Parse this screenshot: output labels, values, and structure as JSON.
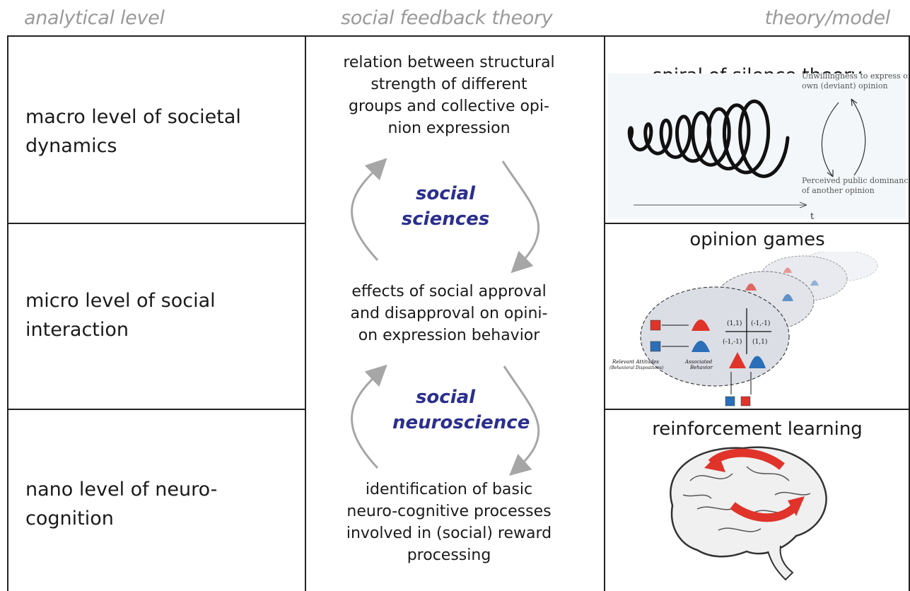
{
  "headers": {
    "left": "analytical level",
    "middle": "social feedback theory",
    "right": "theory/model"
  },
  "levels": [
    {
      "line1": "macro level of societal",
      "line2": "dynamics"
    },
    {
      "line1": "micro level of social",
      "line2": "interaction"
    },
    {
      "line1": "nano level of neuro-",
      "line2": "cognition"
    }
  ],
  "center": {
    "top": [
      "relation between structural",
      "strength of different",
      "groups and collective opi-",
      "nion expression"
    ],
    "middle": [
      "effects of social approval",
      "and disapproval on opini-",
      "on expression behavior"
    ],
    "bottom": [
      "identification of basic",
      "neuro-cognitive processes",
      "involved in (social) reward",
      "processing"
    ],
    "field_upper": [
      "social",
      "sciences"
    ],
    "field_lower": [
      "social",
      "neuroscience"
    ]
  },
  "models": {
    "spiral_title": "spiral of silence theory",
    "spiral_label_top": [
      "Unwillingness to express one's",
      "own (deviant) opinion"
    ],
    "spiral_label_bottom": [
      "Perceived public dominance",
      "of another opinion"
    ],
    "spiral_axis": "t",
    "games_title": "opinion games",
    "games_matrix": [
      "(1,1)",
      "(-1,-1)",
      "(-1,-1)",
      "(1,1)"
    ],
    "games_label_attitudes": [
      "Relevant Attitudes",
      "(Behavioral Dispositions)"
    ],
    "games_label_behavior": [
      "Associated",
      "Behavior"
    ],
    "rl_title": "reinforcement learning"
  },
  "colors": {
    "header_gray": "#9a9a9a",
    "field_blue": "#2b2f8e",
    "arrow_gray": "#a6a6a6",
    "red": "#e0332a",
    "blue": "#2a6fb8"
  }
}
